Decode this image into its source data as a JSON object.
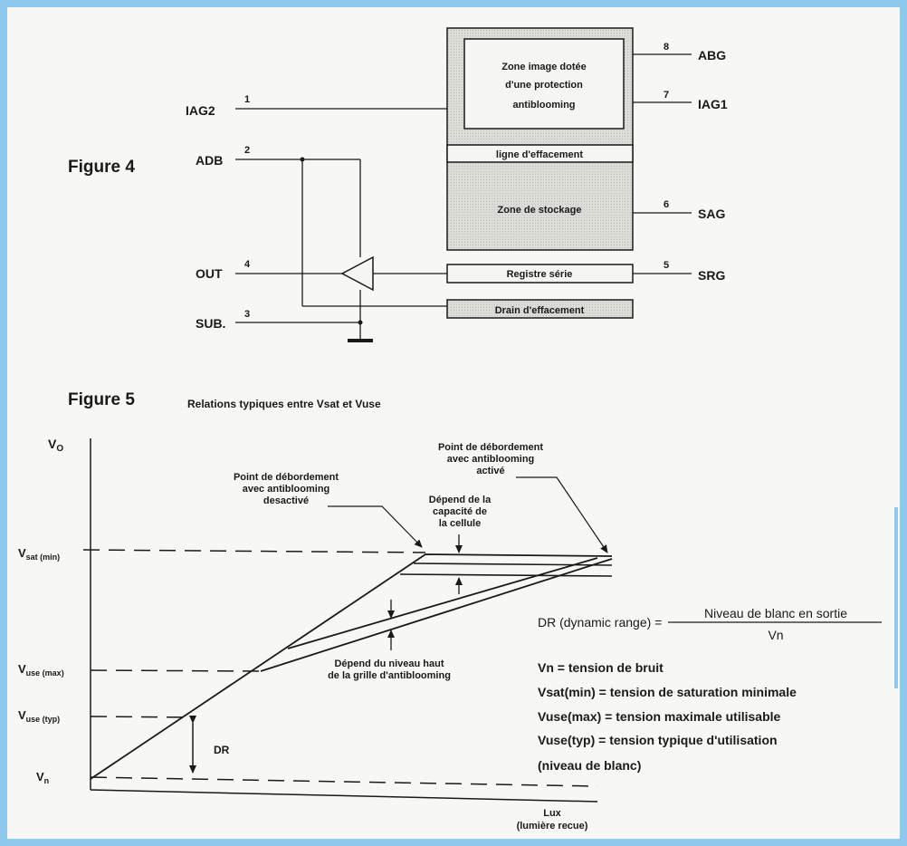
{
  "fig4": {
    "title": "Figure 4",
    "image_zone": [
      "Zone image dotée",
      "d'une protection",
      "antiblooming"
    ],
    "erase_line": "ligne d'effacement",
    "storage_zone": "Zone de stockage",
    "serial_register": "Registre série",
    "erase_drain": "Drain d'effacement",
    "pins": {
      "iag2": {
        "num": "1",
        "name": "IAG2"
      },
      "adb": {
        "num": "2",
        "name": "ADB"
      },
      "sub": {
        "num": "3",
        "name": "SUB."
      },
      "out": {
        "num": "4",
        "name": "OUT"
      },
      "srg": {
        "num": "5",
        "name": "SRG"
      },
      "sag": {
        "num": "6",
        "name": "SAG"
      },
      "iag1": {
        "num": "7",
        "name": "IAG1"
      },
      "abg": {
        "num": "8",
        "name": "ABG"
      }
    }
  },
  "fig5": {
    "title": "Figure 5",
    "subtitle": "Relations typiques entre Vsat et Vuse",
    "y_axis": {
      "main": "V",
      "sub": "O"
    },
    "levels": [
      {
        "main": "V",
        "sub": "sat (min)"
      },
      {
        "main": "V",
        "sub": "use (max)"
      },
      {
        "main": "V",
        "sub": "use (typ)"
      },
      {
        "main": "V",
        "sub": "n"
      }
    ],
    "x_axis": [
      "Lux",
      "(lumière recue)"
    ],
    "dr_label": "DR",
    "annotations": {
      "desactive": [
        "Point de débordement",
        "avec antiblooming",
        "desactivé"
      ],
      "active": [
        "Point de débordement",
        "avec antiblooming",
        "activé"
      ],
      "capacite": [
        "Dépend de la",
        "capacité de",
        "la cellule"
      ],
      "niveau_haut": [
        "Dépend du niveau haut",
        "de la grille d'antiblooming"
      ]
    },
    "formula": {
      "lhs": "DR (dynamic range) =",
      "numerator": "Niveau de blanc en sortie",
      "denominator": "Vn"
    },
    "definitions": [
      "Vn = tension de bruit",
      "Vsat(min) = tension de saturation minimale",
      "Vuse(max) = tension maximale utilisable",
      "Vuse(typ) = tension typique d'utilisation",
      "(niveau de blanc)"
    ]
  },
  "colors": {
    "background": "#f7f7f3",
    "frame_border": "#8fc8ea",
    "shaded_fill": "#d8d8d4",
    "ink": "#1a1a1a"
  }
}
